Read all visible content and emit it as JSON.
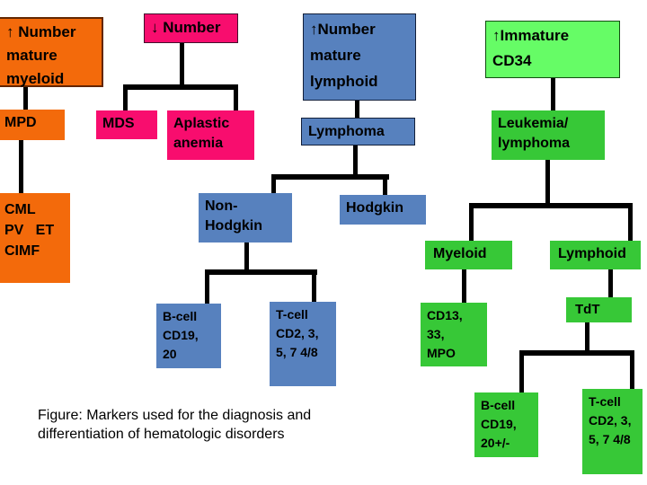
{
  "page": {
    "background_color": "#ffffff"
  },
  "palette": {
    "orange": "#F36A0B",
    "pink": "#F80D6E",
    "blue": "#5781BE",
    "light_green": "#66FC66",
    "green": "#37C837",
    "connector": "#000000",
    "text": "#000000"
  },
  "caption": {
    "line1": "Figure: Markers used for the diagnosis and",
    "line2": "differentiation of hematologic disorders"
  },
  "nodes": {
    "myeloid_header": {
      "text": "↑ Number\nmature\nmyeloid"
    },
    "number_down": {
      "text": "↓ Number"
    },
    "lymphoid_header": {
      "text": "↑Number\nmature\nlymphoid"
    },
    "cd34_header": {
      "text": "↑Immature\nCD34"
    },
    "mpd": {
      "text": "MPD"
    },
    "mds": {
      "text": "MDS"
    },
    "aplastic": {
      "text": "Aplastic\nanemia"
    },
    "lymphoma": {
      "text": "Lymphoma"
    },
    "leukemia": {
      "text": "Leukemia/\nlymphoma"
    },
    "cml": {
      "text": "CML\nPV   ET\nCIMF"
    },
    "non_hodgkin": {
      "text": "Non-\nHodgkin"
    },
    "hodgkin": {
      "text": "Hodgkin"
    },
    "myeloid": {
      "text": "Myeloid"
    },
    "lymphoid": {
      "text": "Lymphoid"
    },
    "b_cell_nh": {
      "text": "B-cell\nCD19,\n20"
    },
    "t_cell_nh": {
      "text": "T-cell\nCD2, 3,\n5, 7 4/8"
    },
    "cd13": {
      "text": "CD13,\n33,\nMPO"
    },
    "tdt": {
      "text": "TdT"
    },
    "b_cell_acute": {
      "text": "B-cell\nCD19,\n20+/-"
    },
    "t_cell_acute": {
      "text": "T-cell\nCD2, 3,\n5, 7 4/8"
    }
  },
  "edges": [
    [
      "myeloid_header",
      "mpd"
    ],
    [
      "mpd",
      "cml"
    ],
    [
      "number_down",
      "mds"
    ],
    [
      "number_down",
      "aplastic"
    ],
    [
      "lymphoid_header",
      "lymphoma"
    ],
    [
      "lymphoma",
      "non_hodgkin"
    ],
    [
      "lymphoma",
      "hodgkin"
    ],
    [
      "non_hodgkin",
      "b_cell_nh"
    ],
    [
      "non_hodgkin",
      "t_cell_nh"
    ],
    [
      "cd34_header",
      "leukemia"
    ],
    [
      "leukemia",
      "myeloid"
    ],
    [
      "leukemia",
      "lymphoid"
    ],
    [
      "myeloid",
      "cd13"
    ],
    [
      "lymphoid",
      "tdt"
    ],
    [
      "tdt",
      "b_cell_acute"
    ],
    [
      "tdt",
      "t_cell_acute"
    ]
  ]
}
